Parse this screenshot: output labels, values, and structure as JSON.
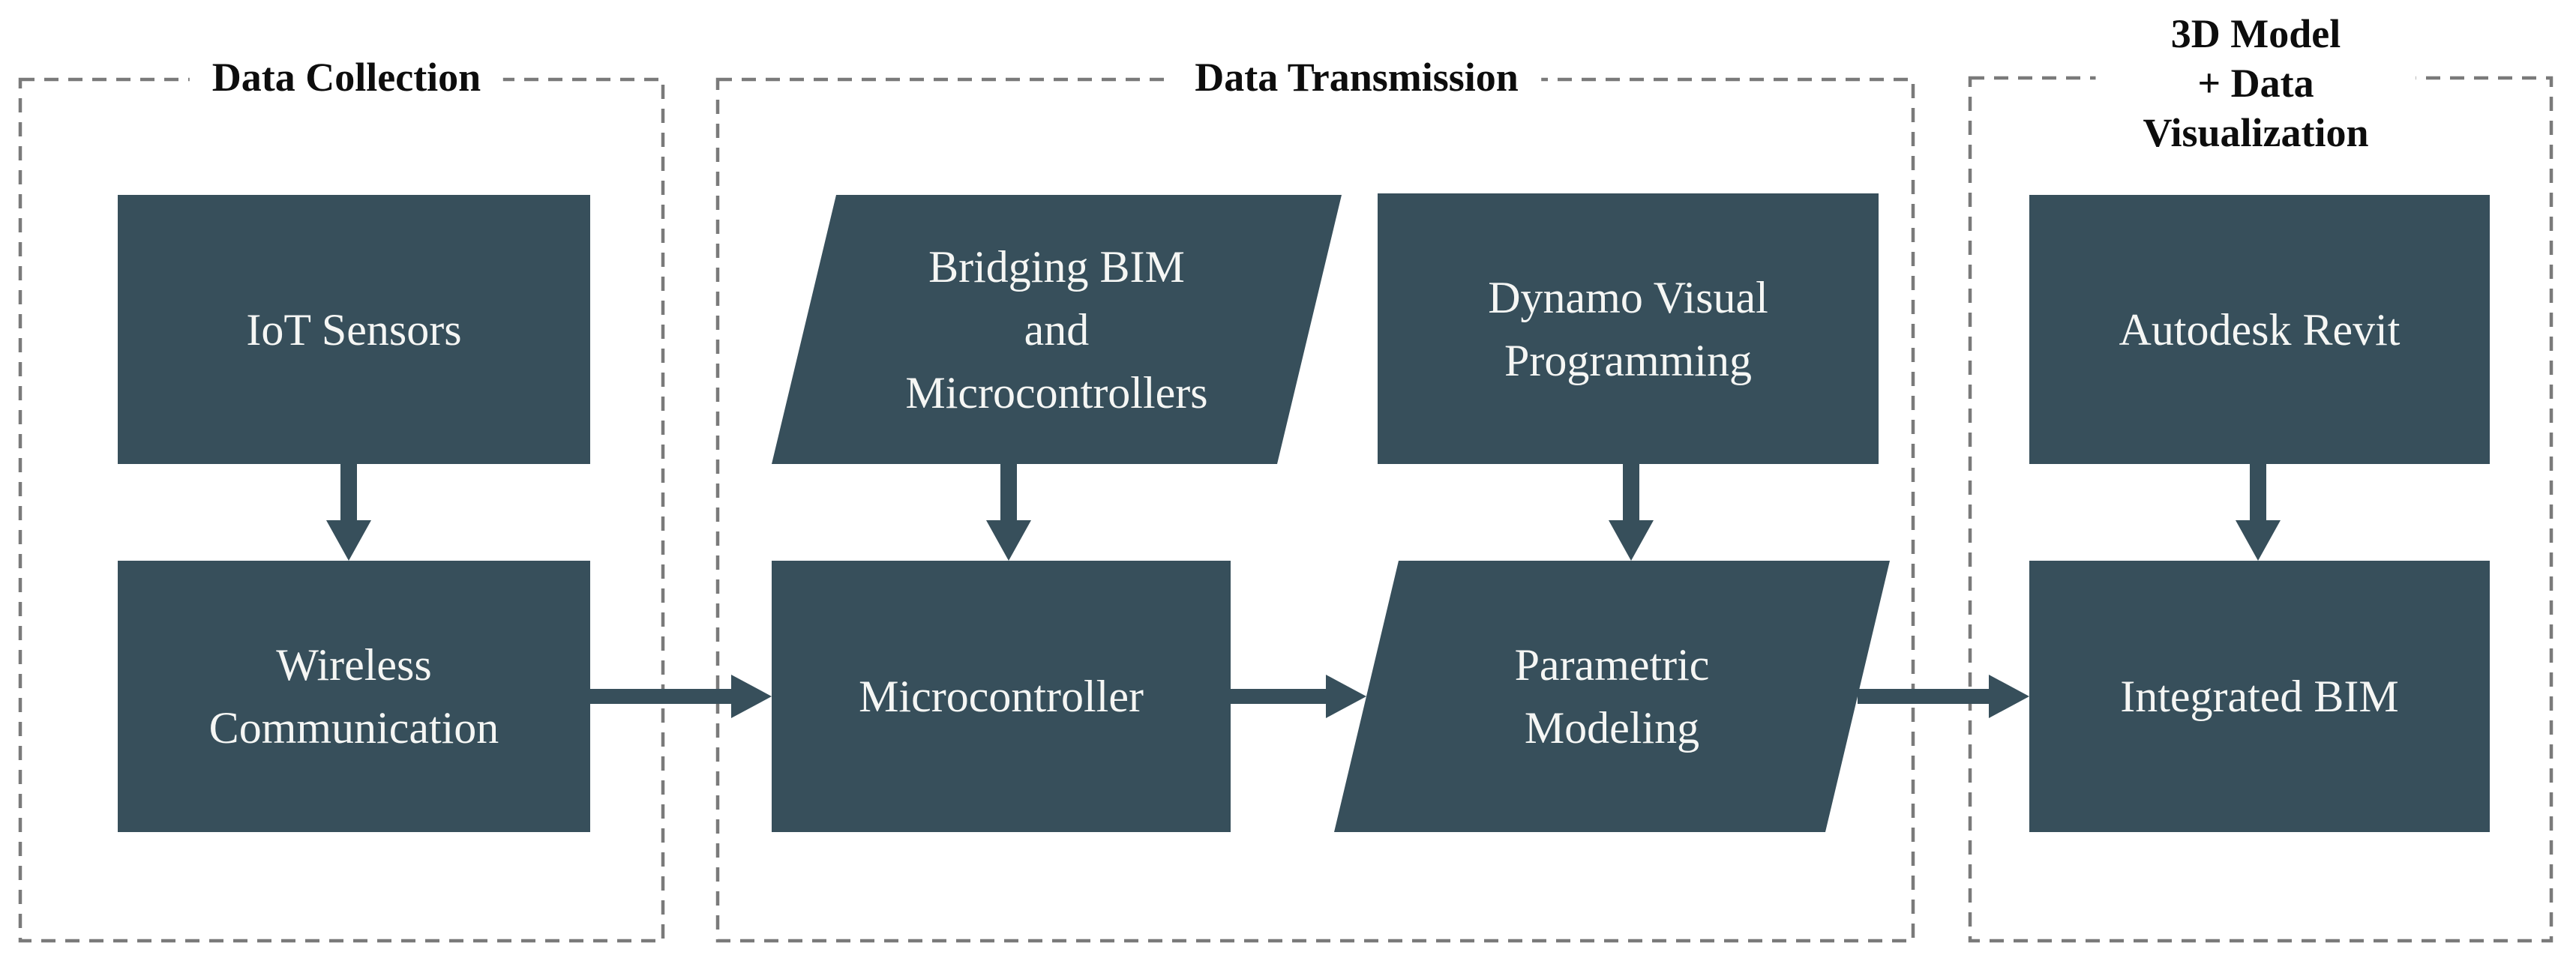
{
  "diagram": {
    "colors": {
      "node_fill": "#374F5B",
      "node_text": "#F5F6F4",
      "dashed_border": "#7A7A7A",
      "title_text": "#0D0D0D",
      "arrow": "#374F5B"
    },
    "sections": [
      {
        "title": "Data Collection",
        "nodes": [
          {
            "label": "IoT Sensors",
            "shape": "rectangle"
          },
          {
            "label": "Wireless\nCommunication",
            "shape": "rectangle"
          }
        ]
      },
      {
        "title": "Data Transmission",
        "nodes": [
          {
            "label": "Bridging BIM\nand\nMicrocontrollers",
            "shape": "parallelogram"
          },
          {
            "label": "Dynamo Visual\nProgramming",
            "shape": "rectangle"
          },
          {
            "label": "Microcontroller",
            "shape": "rectangle"
          },
          {
            "label": "Parametric\nModeling",
            "shape": "parallelogram"
          }
        ]
      },
      {
        "title": "3D Model\n+ Data Visualization",
        "nodes": [
          {
            "label": "Autodesk Revit",
            "shape": "rectangle"
          },
          {
            "label": "Integrated BIM",
            "shape": "rectangle"
          }
        ]
      }
    ],
    "flows": [
      {
        "from": "IoT Sensors",
        "to": "Wireless Communication"
      },
      {
        "from": "Wireless Communication",
        "to": "Microcontroller"
      },
      {
        "from": "Bridging BIM and Microcontrollers",
        "to": "Microcontroller"
      },
      {
        "from": "Dynamo Visual Programming",
        "to": "Parametric Modeling"
      },
      {
        "from": "Microcontroller",
        "to": "Parametric Modeling"
      },
      {
        "from": "Parametric Modeling",
        "to": "Integrated BIM"
      },
      {
        "from": "Autodesk Revit",
        "to": "Integrated BIM"
      }
    ]
  }
}
